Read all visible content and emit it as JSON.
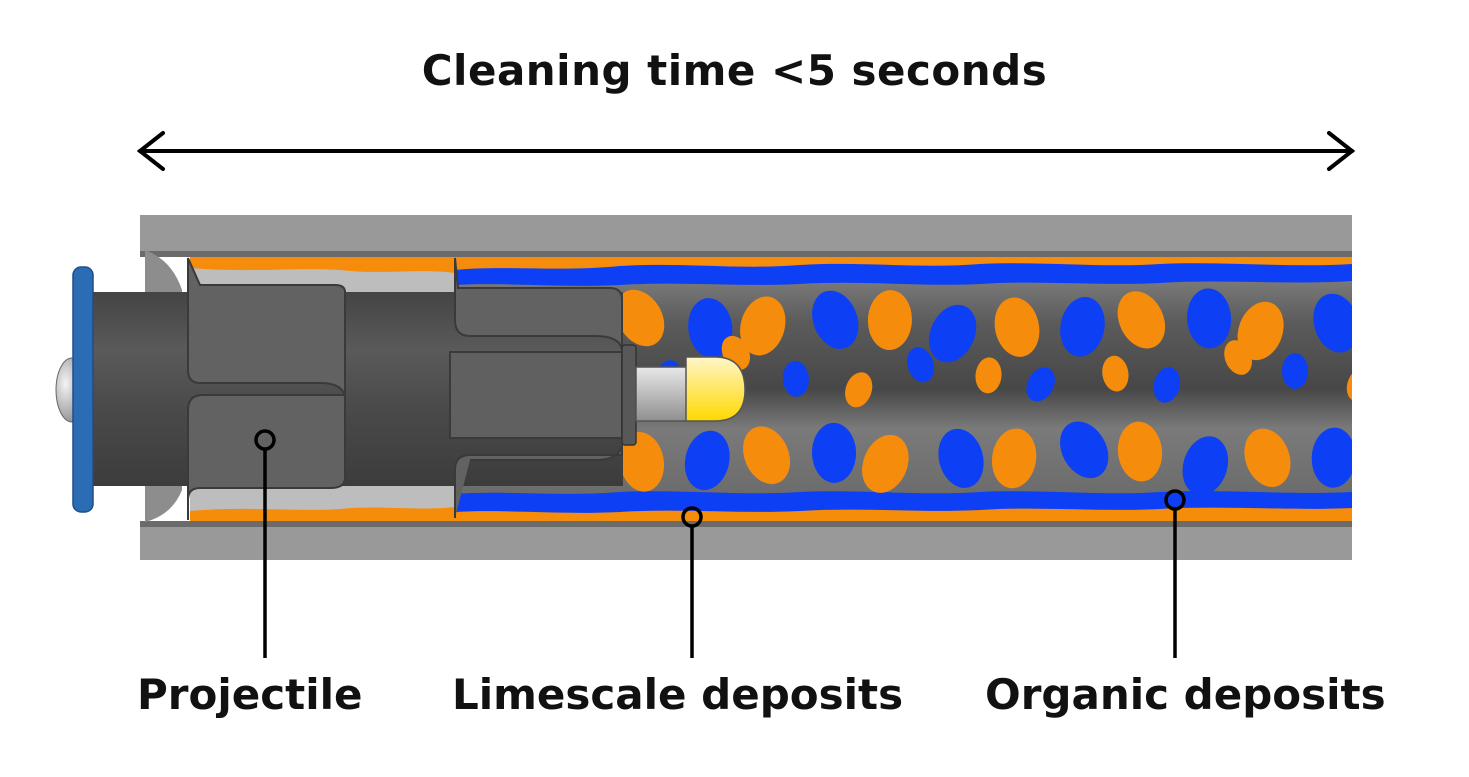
{
  "title": "Cleaning time <5 seconds",
  "labels": {
    "projectile": "Projectile",
    "limescale": "Limescale deposits",
    "organic": "Organic deposits"
  },
  "colors": {
    "pipe_wall": "#999999",
    "pipe_inner_edge": "#6b6b6b",
    "interior": "#6e6e6e",
    "limescale": "#f58c0c",
    "organic": "#0d3ff5",
    "projectile_body": "#555555",
    "projectile_fin": "#626262",
    "projectile_cap": "#2a6db5",
    "nozzle_tip": "#ffe14a",
    "leader_line": "#000000"
  },
  "icons": {
    "span_arrow": "double-headed-arrow-icon",
    "leader_marker": "circle-marker-icon"
  }
}
